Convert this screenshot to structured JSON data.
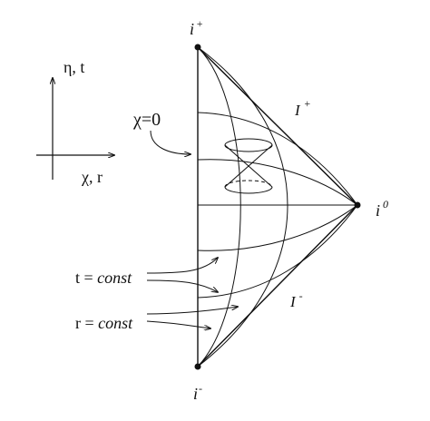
{
  "labels": {
    "i_plus_base": "i",
    "i_plus_sup": "+",
    "i_minus_base": "i",
    "i_minus_sup": "-",
    "i_zero_base": "i",
    "i_zero_sup": "0",
    "scri_plus_base": "I",
    "scri_plus_sup": "+",
    "scri_minus_base": "I",
    "scri_minus_sup": "-",
    "chi_zero": "χ=0",
    "axis_vertical": "η, t",
    "axis_horizontal": "χ, r",
    "t_const_prefix": "t = ",
    "t_const_italic": "const",
    "r_const_prefix": "r = ",
    "r_const_italic": "const"
  },
  "colors": {
    "ink": "#111111",
    "background": "#ffffff"
  }
}
